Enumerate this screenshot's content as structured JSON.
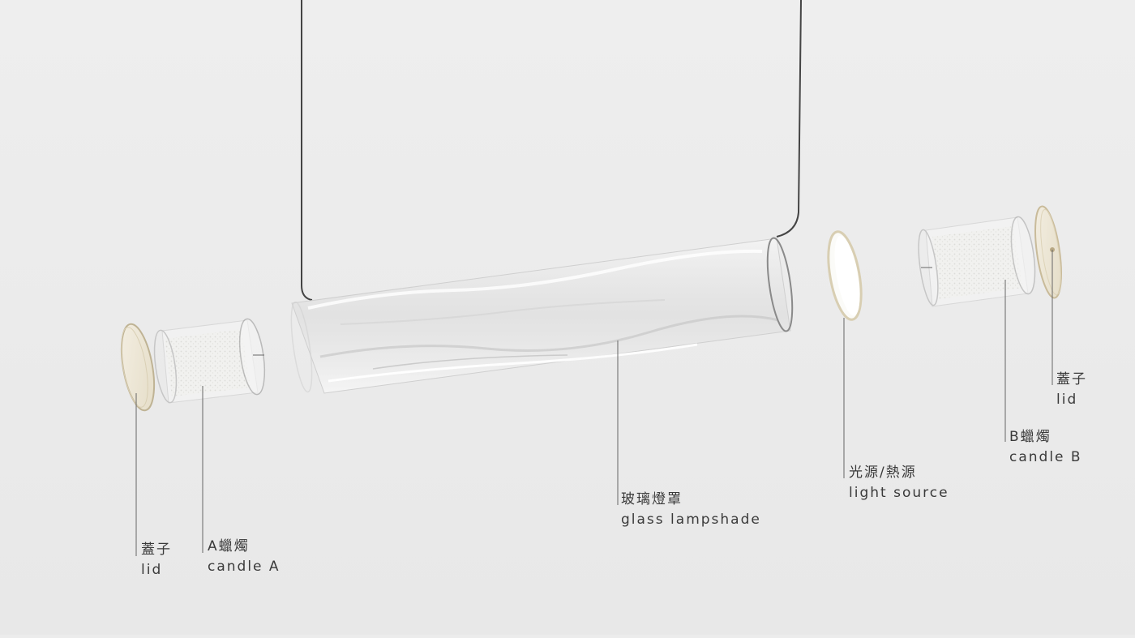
{
  "labels": {
    "lid_left": {
      "zh": "蓋子",
      "en": "lid"
    },
    "candle_a": {
      "zh": "A蠟燭",
      "en": "candle A"
    },
    "glass_lampshade": {
      "zh": "玻璃燈罩",
      "en": "glass lampshade"
    },
    "light_source": {
      "zh": "光源/熱源",
      "en": "light source"
    },
    "candle_b": {
      "zh": "B蠟燭",
      "en": "candle B"
    },
    "lid_right": {
      "zh": "蓋子",
      "en": "lid"
    }
  },
  "colors": {
    "background": "#ececec",
    "text": "#3a3a3a",
    "cable": "#444444",
    "leader_line": "#666666",
    "brass": "#c9bb9a",
    "glass_edge": "#b5b5b5"
  }
}
